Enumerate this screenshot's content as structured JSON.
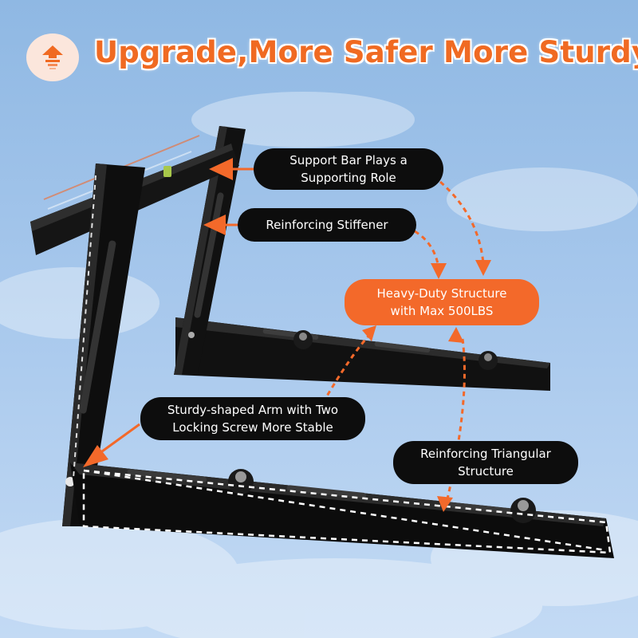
{
  "title": "Upgrade,More Safer More Sturdy",
  "icon": "upgrade-arrow-icon",
  "colors": {
    "accent": "#f3692a",
    "callout_bg": "#0d0d0d",
    "sky": "#a6c7ec"
  },
  "callouts": {
    "support_bar": {
      "line1": "Support Bar Plays a",
      "line2": "Supporting Role"
    },
    "stiffener": {
      "line1": "Reinforcing Stiffener"
    },
    "heavy_duty": {
      "line1": "Heavy-Duty Structure",
      "line2": "with Max 500LBS"
    },
    "arm": {
      "line1": "Sturdy-shaped Arm with Two",
      "line2": "Locking Screw More Stable"
    },
    "triangular": {
      "line1": "Reinforcing Triangular",
      "line2": "Structure"
    }
  }
}
